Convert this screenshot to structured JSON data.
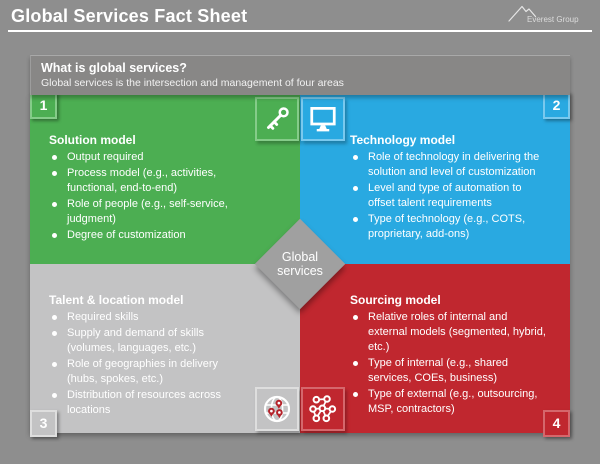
{
  "header": {
    "title": "Global Services Fact Sheet",
    "logo_text": "Everest Group"
  },
  "intro": {
    "title": "What is global services?",
    "subtitle": "Global services is the intersection and management of four areas"
  },
  "center": {
    "label": "Global services"
  },
  "quadrants": [
    {
      "number": "1",
      "title": "Solution model",
      "icon": "key-icon",
      "color": "#4cae52",
      "bullets": [
        "Output required",
        "Process model (e.g., activities, functional, end-to-end)",
        "Role of people (e.g., self-service, judgment)",
        "Degree of customization"
      ]
    },
    {
      "number": "2",
      "title": "Technology model",
      "icon": "monitor-icon",
      "color": "#29a9e1",
      "bullets": [
        "Role of technology in delivering the solution and level of customization",
        "Level and type of automation to offset talent requirements",
        "Type of technology (e.g., COTS, proprietary, add-ons)"
      ]
    },
    {
      "number": "3",
      "title": "Talent & location model",
      "icon": "globe-icon",
      "color": "#c3c3c4",
      "bullets": [
        "Required skills",
        "Supply and demand of skills (volumes, languages, etc.)",
        "Role of geographies in delivery (hubs, spokes, etc.)",
        "Distribution of resources across locations"
      ]
    },
    {
      "number": "4",
      "title": "Sourcing model",
      "icon": "network-icon",
      "color": "#c0272f",
      "bullets": [
        "Relative roles of internal and external models (segmented, hybrid, etc.)",
        "Type of internal (e.g., shared services, COEs, business)",
        "Type of external (e.g., outsourcing, MSP, contractors)"
      ]
    }
  ],
  "colors": {
    "page_background": "#8e8e8e",
    "band_background": "#888786",
    "green": "#4cae52",
    "blue": "#29a9e1",
    "gray": "#c3c3c4",
    "red": "#c0272f",
    "diamond": "#a0a0a0",
    "text": "#ffffff"
  }
}
